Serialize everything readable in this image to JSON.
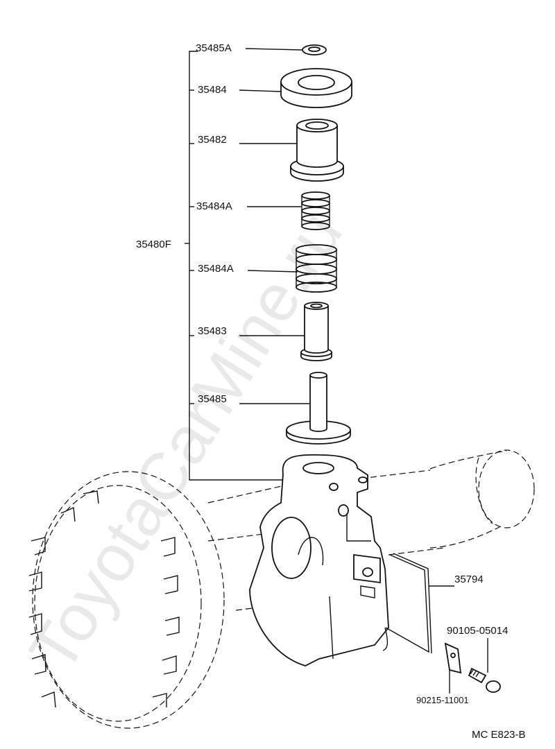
{
  "watermark": "ToyotaCarMine.ru",
  "assembly_label": "35480F",
  "parts": [
    {
      "number": "35485A"
    },
    {
      "number": "35484"
    },
    {
      "number": "35482"
    },
    {
      "number": "35484A"
    },
    {
      "number": "35484A"
    },
    {
      "number": "35483"
    },
    {
      "number": "35485"
    }
  ],
  "gasket_label": "35794",
  "bolt_label": "90105-05014",
  "plate_label": "90215-11001",
  "diagram_code": "MC E823-B"
}
